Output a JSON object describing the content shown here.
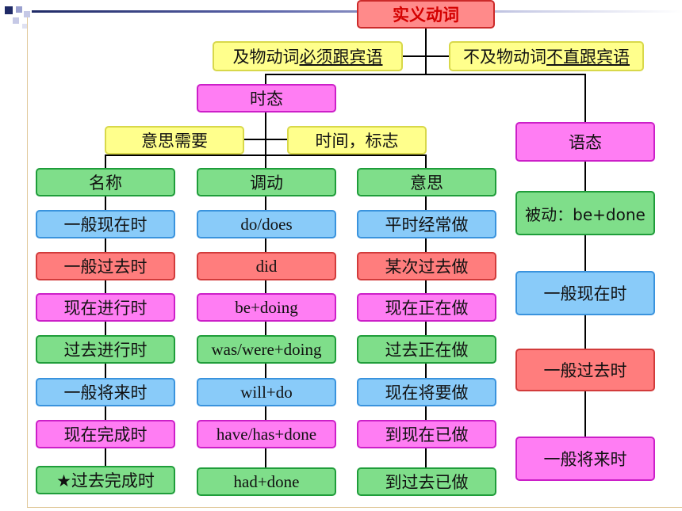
{
  "title": "实义动词",
  "transitive": {
    "pre": "及物动词",
    "underlined": "必须跟宾语"
  },
  "intransitive": {
    "pre": "不及物动词",
    "underlined": "不直跟宾语"
  },
  "tense_label": "时态",
  "meaning_need": "意思需要",
  "time_marker": "时间，标志",
  "voice_label": "语态",
  "columns": {
    "name_header": "名称",
    "verb_header": "调动",
    "meaning_header": "意思",
    "names": [
      "一般现在时",
      "一般过去时",
      "现在进行时",
      "过去进行时",
      "一般将来时",
      "现在完成时",
      "★过去完成时"
    ],
    "verbs": [
      "do/does",
      "did",
      "be+doing",
      "was/were+doing",
      "will+do",
      "have/has+done",
      "had+done"
    ],
    "meanings": [
      "平时经常做",
      "某次过去做",
      "现在正在做",
      "过去正在做",
      "现在将要做",
      "到现在已做",
      "到过去已做"
    ]
  },
  "voice": {
    "passive": "被动：be+done",
    "tenses": [
      "一般现在时",
      "一般过去时",
      "一般将来时"
    ]
  },
  "colors": {
    "green": "#7fde8a",
    "blue": "#89cbf9",
    "red": "#ff7d7d",
    "pink": "#ff7df3",
    "yellow": "#ffff8c"
  }
}
